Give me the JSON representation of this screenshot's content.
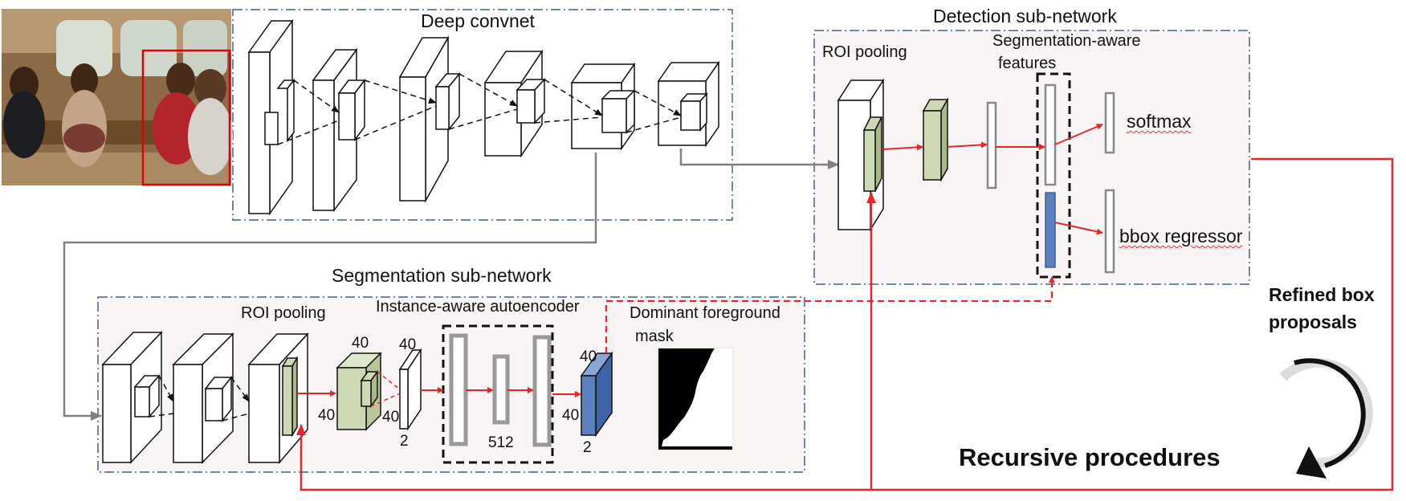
{
  "labels": {
    "deep_convnet": "Deep convnet",
    "detection_subnetwork": "Detection sub-network",
    "det_roi_pooling": "ROI pooling",
    "seg_aware_line1": "Segmentation-aware",
    "seg_aware_line2": "features",
    "softmax": "softmax",
    "bbox_regressor": "bbox regressor",
    "segmentation_subnetwork": "Segmentation sub-network",
    "seg_roi_pooling": "ROI pooling",
    "instance_aware_autoencoder": "Instance-aware autoencoder",
    "dominant_fg_line1": "Dominant foreground",
    "dominant_fg_line2": "mask",
    "refined_line1": "Refined box",
    "refined_line2": "proposals",
    "recursive": "Recursive procedures"
  },
  "dims": {
    "a_top": "40",
    "a_left": "40",
    "b_top": "40",
    "b_right": "40",
    "b_bottom": "2",
    "bottleneck": "512",
    "c_top": "40",
    "c_left": "40",
    "c_bottom": "2"
  },
  "colors": {
    "frame_border": "#44608a",
    "panel_fill": "#f8f5f4",
    "red_arrow": "#e8262a",
    "gray_arrow": "#808080",
    "green_feature": "#cdd8b4",
    "blue_feature": "#5b80bf",
    "photo_bbox": "#e00000"
  },
  "icons": {
    "recursive": "clockwise-circular-arrow-icon",
    "input": "input-photo"
  }
}
